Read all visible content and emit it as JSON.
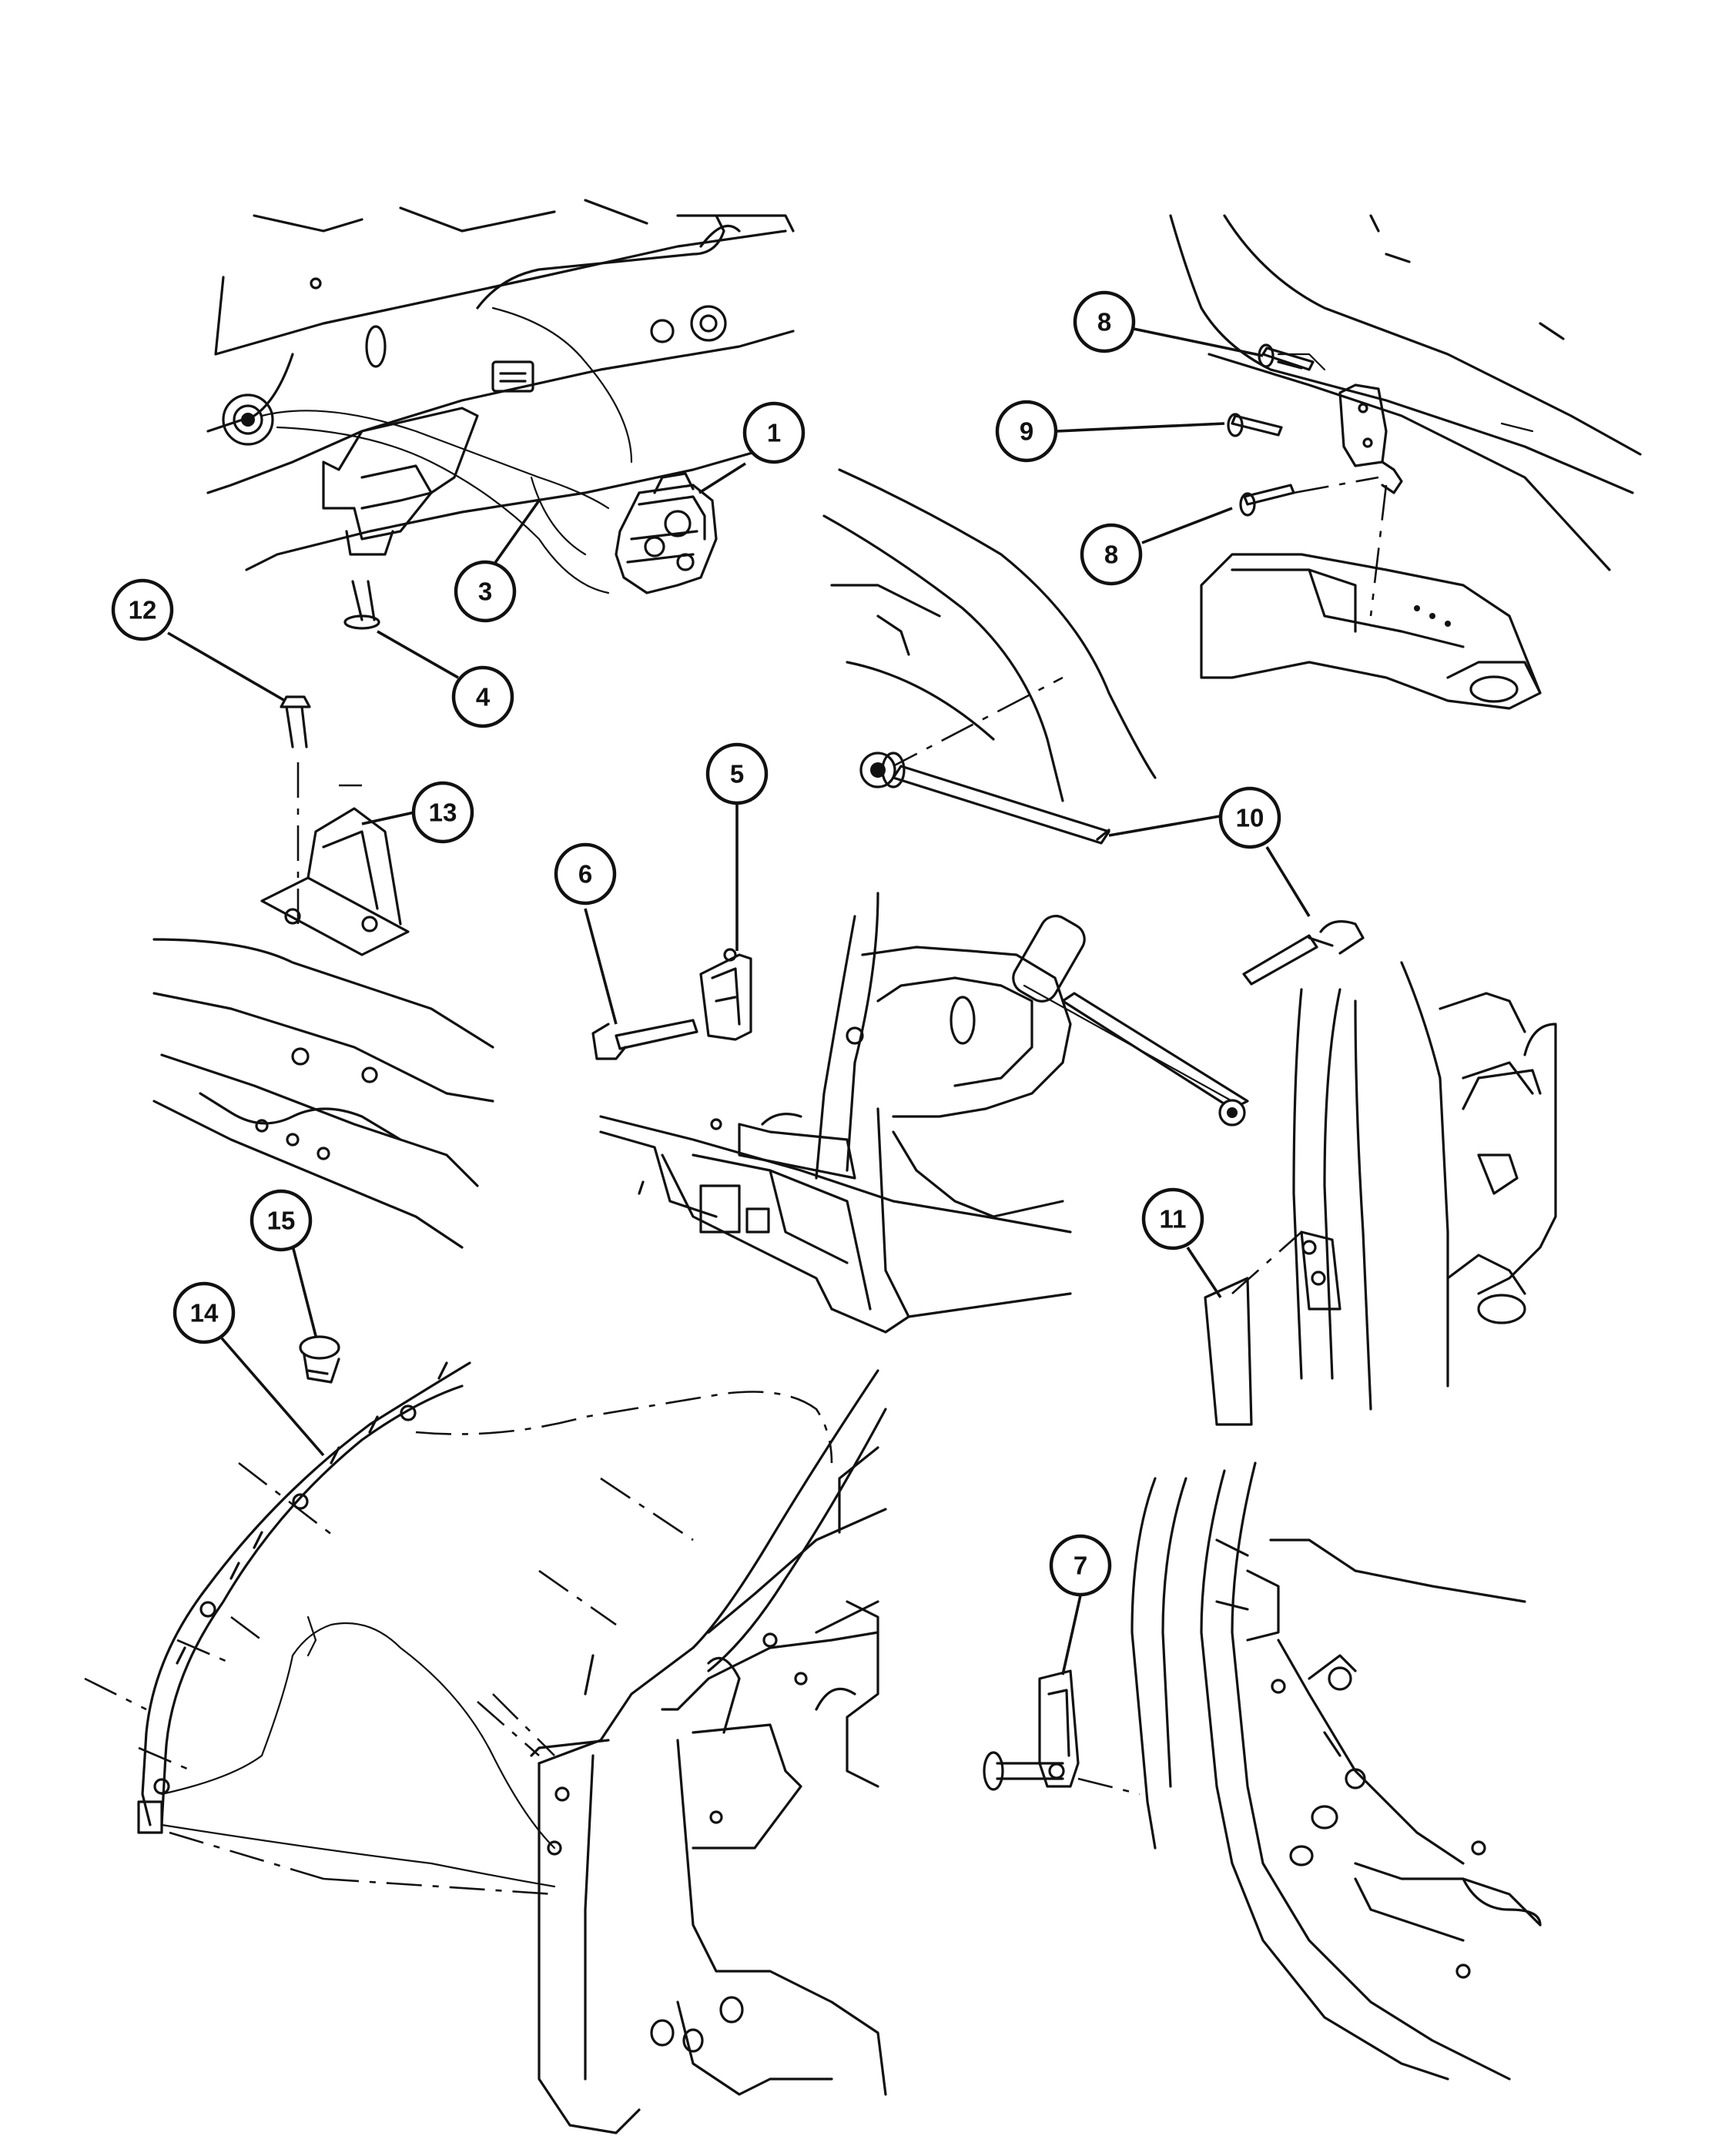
{
  "callouts": [
    {
      "id": "1",
      "label": "1"
    },
    {
      "id": "3",
      "label": "3"
    },
    {
      "id": "4",
      "label": "4"
    },
    {
      "id": "5",
      "label": "5"
    },
    {
      "id": "6",
      "label": "6"
    },
    {
      "id": "7",
      "label": "7"
    },
    {
      "id": "8a",
      "label": "8"
    },
    {
      "id": "8b",
      "label": "8"
    },
    {
      "id": "9",
      "label": "9"
    },
    {
      "id": "10",
      "label": "10"
    },
    {
      "id": "11",
      "label": "11"
    },
    {
      "id": "12",
      "label": "12"
    },
    {
      "id": "13",
      "label": "13"
    },
    {
      "id": "14",
      "label": "14"
    },
    {
      "id": "15",
      "label": "15"
    }
  ]
}
